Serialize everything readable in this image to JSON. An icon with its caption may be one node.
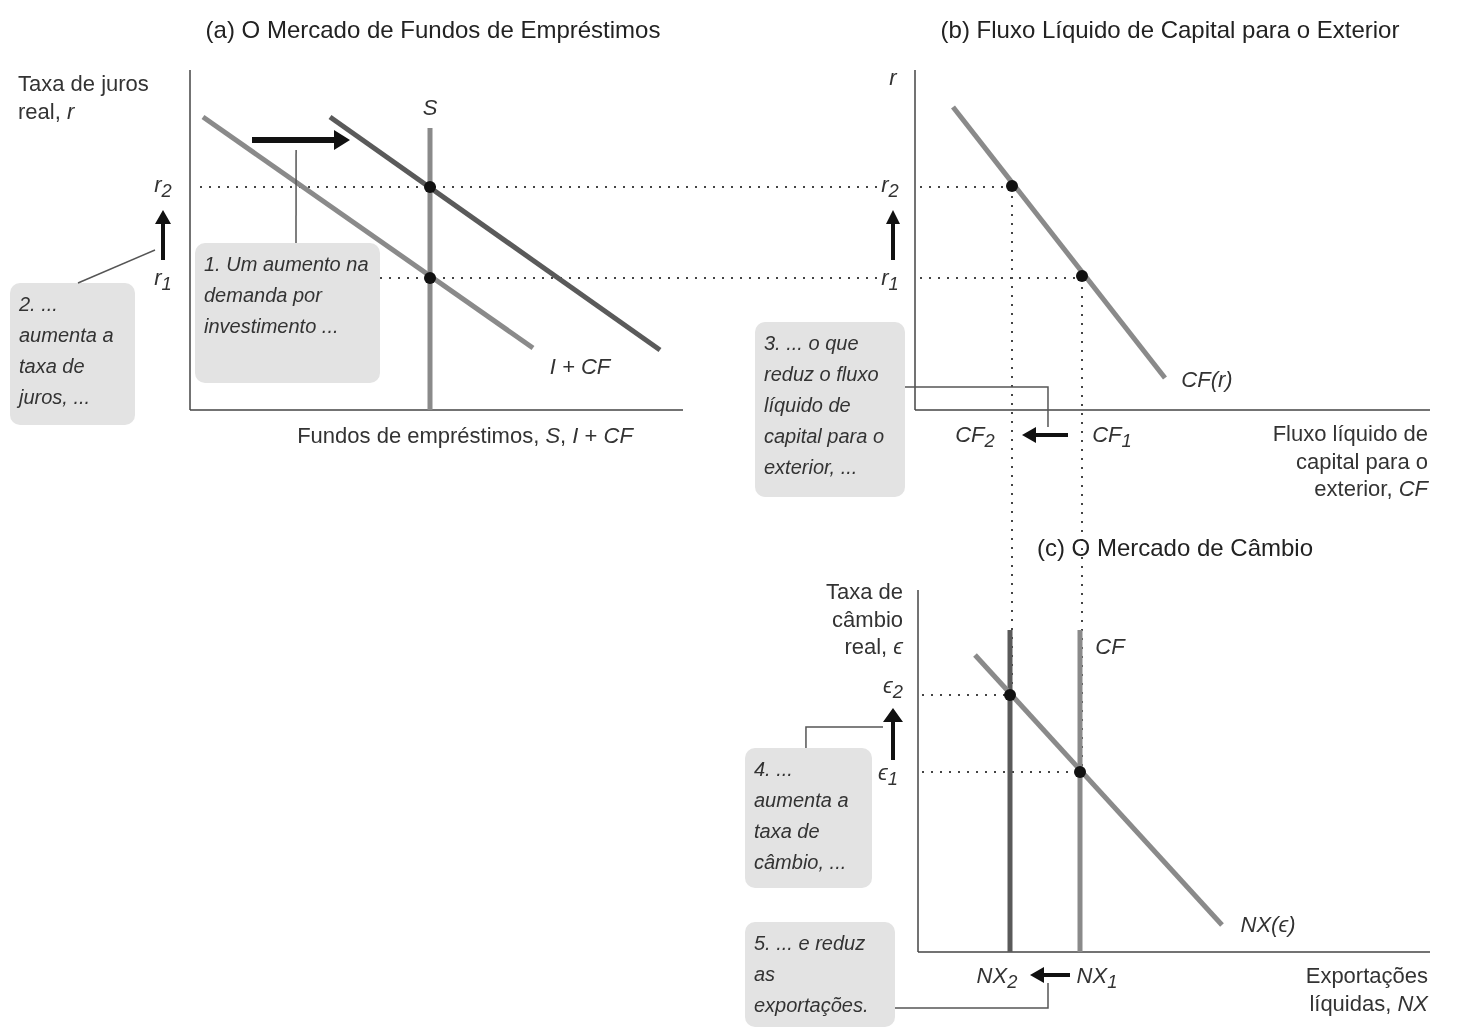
{
  "diagram": {
    "nodes": [
      {
        "text": [
          "1. Um aumento na demanda por investimento ..."
        ]
      },
      {
        "text": [
          "2. ... aumenta a taxa de juros, ..."
        ]
      },
      {
        "text": [
          "3. ... o que reduz o fluxo líquido de capital para o exterior, ..."
        ]
      },
      {
        "text": [
          "4. ... aumenta a taxa de câmbio, ..."
        ]
      },
      {
        "text": [
          "5. ... e reduz as exportações."
        ]
      },
      {
        "text": [],
        "shape": "arrow"
      },
      {
        "text": [],
        "shape": "arrow"
      },
      {
        "text": [],
        "shape": "arrow"
      },
      {
        "text": [],
        "shape": "arrow"
      },
      {
        "text": [],
        "shape": "arrow"
      }
    ],
    "edges": [
      {
        "from": 0,
        "to": 5,
        "arrow": "none"
      },
      {
        "from": 1,
        "to": 6,
        "arrow": "none"
      },
      {
        "from": 2,
        "to": 7,
        "arrow": "none"
      },
      {
        "from": 3,
        "to": 8,
        "arrow": "none"
      },
      {
        "from": 4,
        "to": 9,
        "arrow": "none"
      }
    ],
    "labels": [
      "(a) O Mercado de Fundos de Empréstimos",
      "(b) Fluxo Líquido de Capital para o Exterior",
      "Taxa de juros real, *r*",
      "S",
      "r",
      "r$_{2}$",
      "r$_{1}$",
      "r$_{2}$",
      "r$_{1}$",
      "I + CF",
      "CF(r)",
      "Fundos de empréstimos, *S*, *I* + *CF*",
      "CF$_{2}$",
      "CF$_{1}$",
      "Fluxo líquido de capital para o exterior, *CF*",
      "(c) O Mercado de Câmbio",
      "Taxa de câmbio real, *ϵ*",
      "CF",
      "ϵ$_{2}$",
      "ϵ$_{1}$",
      "NX(ϵ)",
      "NX$_{2}$",
      "NX$_{1}$",
      "Exportações líquidas, *NX*"
    ]
  }
}
